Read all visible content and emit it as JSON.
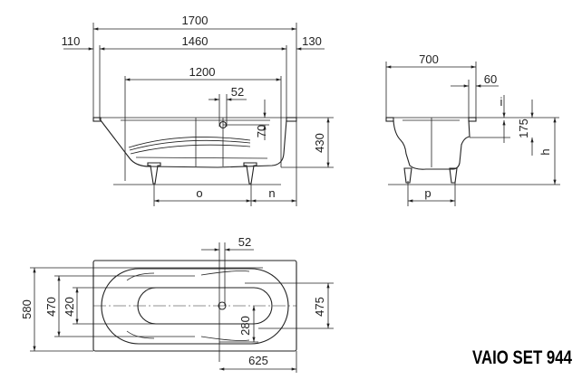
{
  "product_title": "VAIO SET 944",
  "side_view": {
    "overall_length": "1700",
    "left_rim": "110",
    "inner_length": "1460",
    "right_rim": "130",
    "bottom_length": "1200",
    "drain_width": "52",
    "drain_depth": "70",
    "height": "430",
    "feet_spacing_label": "o",
    "feet_offset_label": "n"
  },
  "end_view": {
    "width": "700",
    "rim": "60",
    "overflow_label": "i",
    "overflow_height": "175",
    "total_height_label": "h",
    "feet_spacing_label": "p"
  },
  "top_view": {
    "drain_width": "52",
    "outer_width": "580",
    "inner_width": "470",
    "bottom_width": "420",
    "drain_zone_width": "475",
    "drain_offset": "280",
    "drain_from_end": "625"
  }
}
